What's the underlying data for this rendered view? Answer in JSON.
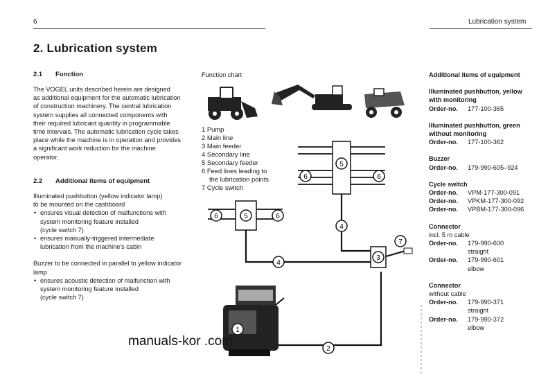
{
  "header": {
    "page_number": "6",
    "running_title": "Lubrication system"
  },
  "title": "2.  Lubrication system",
  "section_2_1": {
    "number": "2.1",
    "heading": "Function",
    "lines": [
      "The VOGEL units described herein are designed",
      "as additional equipment for the automatic lubrication",
      "of construction machinery. The central lubrication",
      "system supplies all connected components with",
      "their required lubricant quantity in programmable",
      "time intervals. The automatic lubrication cycle takes",
      "place while the machine is in operation and provides",
      "a significant work reduction for the machine",
      "operator."
    ]
  },
  "section_2_2": {
    "number": "2.2",
    "heading": "Additional items of equipment",
    "intro_lines": [
      "Illuminated pushbutton (yellow indicator lamp)",
      "to be mounted on the cashboard"
    ],
    "bullets_1": [
      [
        "ensures visual detection of malfunctions with",
        "system monitoring feature installed",
        "(cycle switch 7)"
      ],
      [
        "ensures manually-triggered intermediate",
        "lubrication from the machine's cabin"
      ]
    ],
    "buzzer_lines": [
      "Buzzer to be connected in parallel to yellow indicator",
      "lamp"
    ],
    "bullets_2": [
      [
        "ensures acoustic detection of malfunction with",
        "system monitoring feature installed",
        "(cycle switch 7)"
      ]
    ]
  },
  "chart": {
    "title": "Function chart",
    "legend": [
      {
        "num": "1",
        "text": "Pump"
      },
      {
        "num": "2",
        "text": "Main line"
      },
      {
        "num": "3",
        "text": "Main feeder"
      },
      {
        "num": "4",
        "text": "Secondary line"
      },
      {
        "num": "5",
        "text": "Secondary feeder"
      },
      {
        "num": "6",
        "text": "Feed lines leading to",
        "text2": "the lubrication points"
      },
      {
        "num": "7",
        "text": "Cycle switch"
      }
    ],
    "callouts": [
      "1",
      "2",
      "3",
      "4",
      "5",
      "6",
      "7"
    ]
  },
  "right": {
    "heading": "Additional items of equipment",
    "items": [
      {
        "title": [
          "Illuminated pushbutton, yellow",
          "with monitoring"
        ],
        "orders": [
          {
            "k": "Order-no.",
            "v": "177-100-365"
          }
        ]
      },
      {
        "title": [
          "Illuminated pushbutton, green",
          "without monitoring"
        ],
        "orders": [
          {
            "k": "Order-no.",
            "v": "177-100-362"
          }
        ]
      },
      {
        "title": [
          "Buzzer"
        ],
        "orders": [
          {
            "k": "Order-no.",
            "v": "179-990-605–924"
          }
        ]
      },
      {
        "title": [
          "Cycle switch"
        ],
        "orders": [
          {
            "k": "Order-no.",
            "v": "VPM-177-300-091"
          },
          {
            "k": "Order-no.",
            "v": "VPKM-177-300-092"
          },
          {
            "k": "Order-no.",
            "v": "VPBM-177-300-096"
          }
        ]
      },
      {
        "title": [
          "Connector"
        ],
        "sub": "incl. 5 m cable",
        "orders": [
          {
            "k": "Order-no.",
            "v": "179-990-600",
            "v2": "straight"
          },
          {
            "k": "Order-no.",
            "v": "179-990-601",
            "v2": "elbow"
          }
        ]
      },
      {
        "title": [
          "Connector"
        ],
        "sub": "without cable",
        "orders": [
          {
            "k": "Order-no.",
            "v": "179-990-371",
            "v2": "straight"
          },
          {
            "k": "Order-no.",
            "v": "179-990-372",
            "v2": "elbow"
          }
        ]
      }
    ]
  },
  "watermark": "manuals-kor         .com"
}
